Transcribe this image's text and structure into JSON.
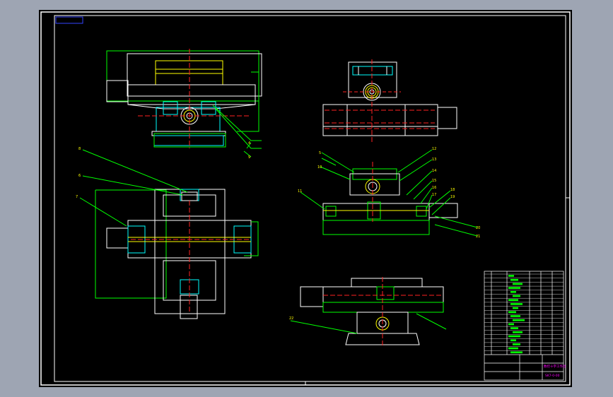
{
  "colors": {
    "background": "#9ea5b3",
    "sheet": "#000000",
    "outline": "#ffffff",
    "leader": "#00ff00",
    "centerline": "#ff2020",
    "hidden": "#00ffff",
    "accent": "#ffff00",
    "title_text": "#ff00ff"
  },
  "balloons": [
    "8",
    "6",
    "7",
    "4",
    "9",
    "5",
    "10",
    "11",
    "12",
    "13",
    "14",
    "15",
    "16",
    "17",
    "18",
    "19",
    "20",
    "21",
    "22"
  ],
  "title_block": {
    "drawing_title": "数控十字工作台",
    "drawing_number": "SK7-0-00"
  }
}
